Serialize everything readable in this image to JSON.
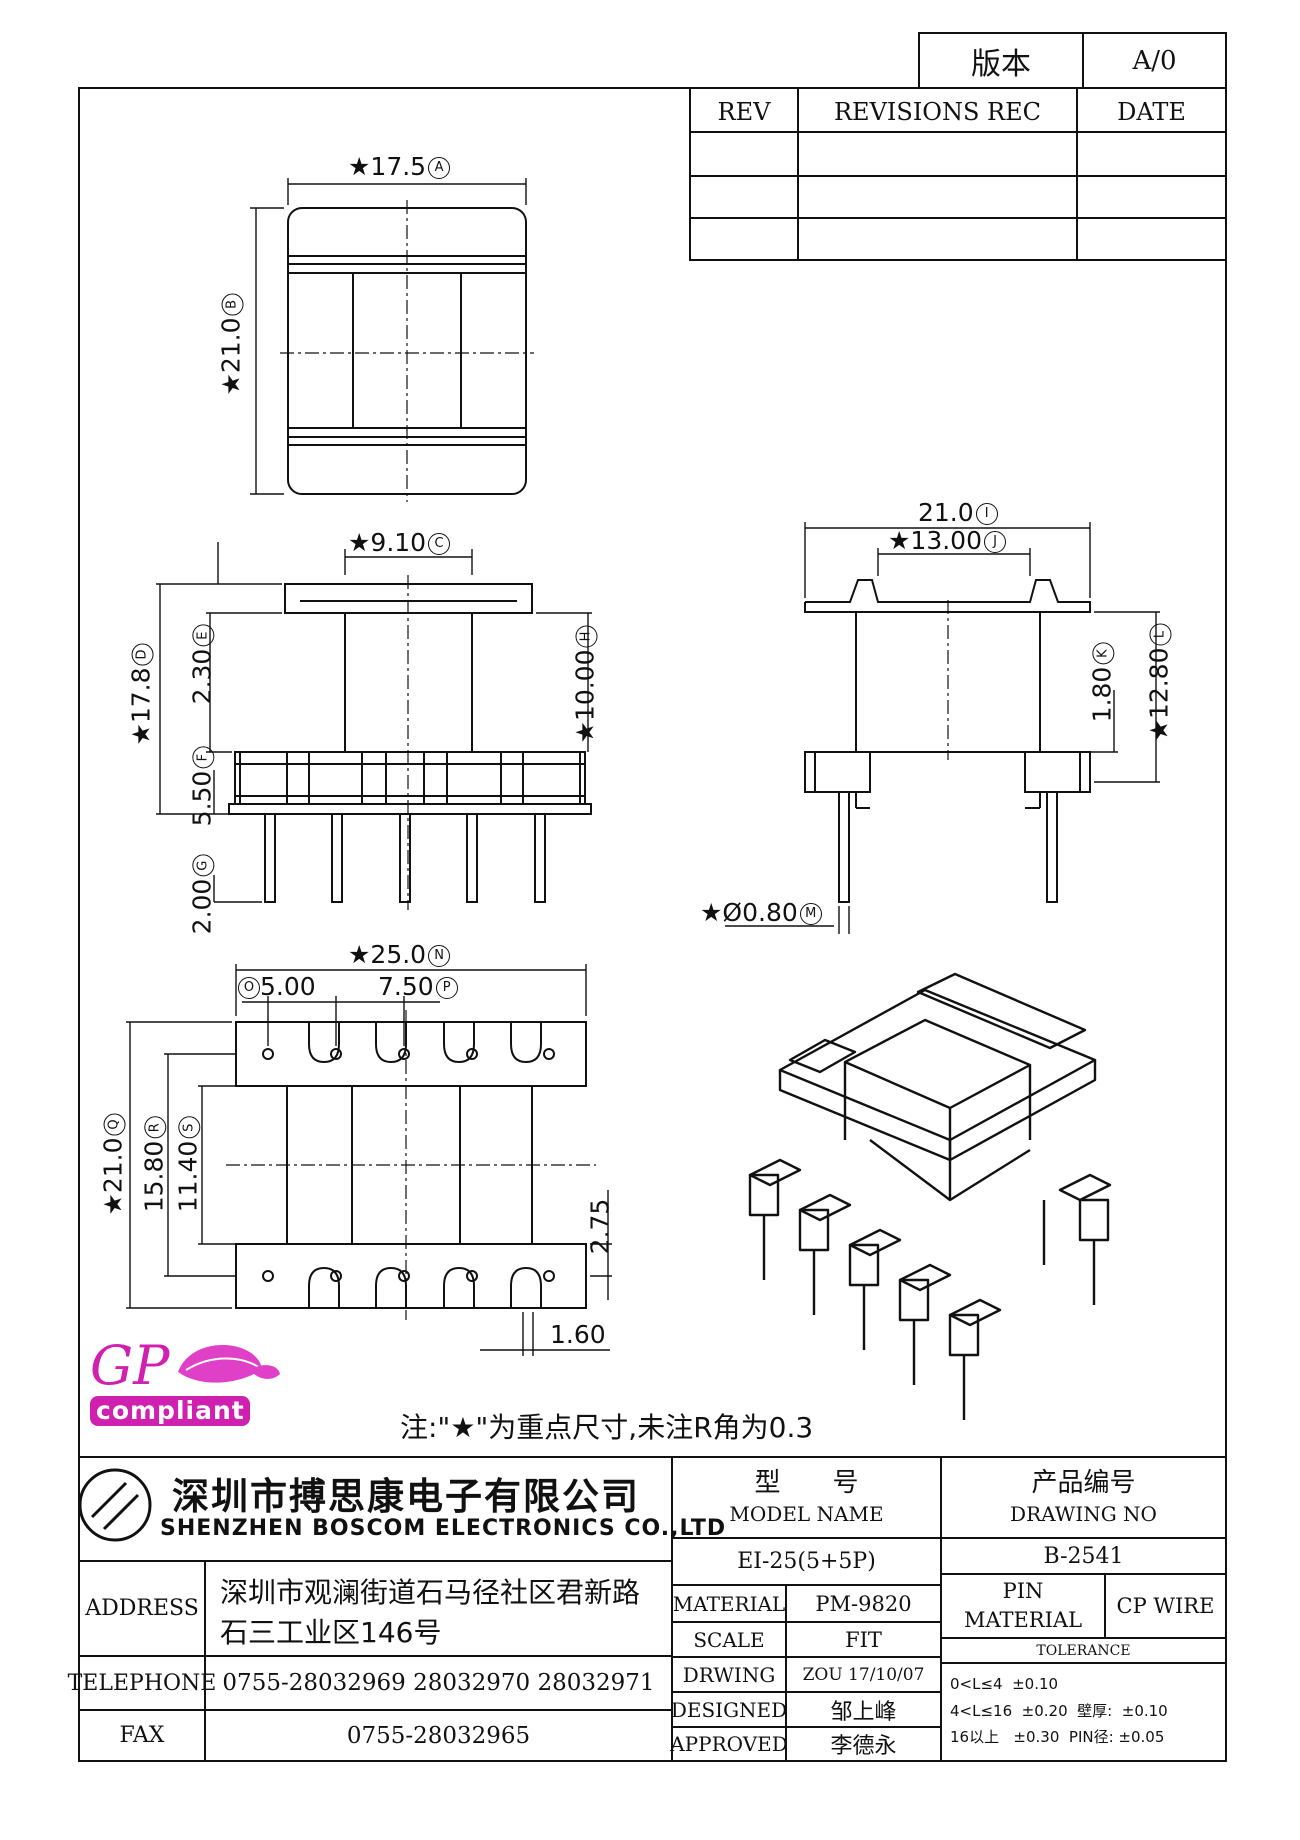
{
  "version_box": {
    "label": "版本",
    "value": "A/0"
  },
  "revision_table": {
    "headers": [
      "REV",
      "REVISIONS REC",
      "DATE"
    ],
    "rows": [
      [
        "",
        "",
        ""
      ],
      [
        "",
        "",
        ""
      ],
      [
        "",
        "",
        ""
      ]
    ]
  },
  "dimensions": {
    "A": {
      "value": "★17.5",
      "marker": "A"
    },
    "B": {
      "value": "★21.0",
      "marker": "B"
    },
    "C": {
      "value": "★9.10",
      "marker": "C"
    },
    "D": {
      "value": "★17.8",
      "marker": "D"
    },
    "E": {
      "value": "2.30",
      "marker": "E"
    },
    "F": {
      "value": "5.50",
      "marker": "F"
    },
    "G": {
      "value": "2.00",
      "marker": "G"
    },
    "H": {
      "value": "★10.00",
      "marker": "H"
    },
    "I": {
      "value": "21.0",
      "marker": "I"
    },
    "J": {
      "value": "★13.00",
      "marker": "J"
    },
    "K": {
      "value": "1.80",
      "marker": "K"
    },
    "L": {
      "value": "★12.80",
      "marker": "L"
    },
    "M": {
      "value": "★Ø0.80",
      "marker": "M"
    },
    "N": {
      "value": "★25.0",
      "marker": "N"
    },
    "O": {
      "value": "5.00",
      "marker": "O"
    },
    "P": {
      "value": "7.50",
      "marker": "P"
    },
    "Q": {
      "value": "★21.0",
      "marker": "Q"
    },
    "R": {
      "value": "15.80",
      "marker": "R"
    },
    "S": {
      "value": "11.40",
      "marker": "S"
    },
    "extra_1": "2.75",
    "extra_2": "1.60"
  },
  "logo": {
    "gp": "GP",
    "compliant": "compliant",
    "leaf_color": "#e040c8",
    "text_color": "#d020b0"
  },
  "note": "注:\"★\"为重点尺寸,未注R角为0.3",
  "company": {
    "name_cn": "深圳市搏思康电子有限公司",
    "name_en": "SHENZHEN BOSCOM ELECTRONICS CO.,LTD"
  },
  "address": {
    "label": "ADDRESS",
    "line1": "深圳市观澜街道石马径社区君新路",
    "line2": "石三工业区146号"
  },
  "telephone": {
    "label": "TELEPHONE",
    "value": "0755-28032969 28032970 28032971"
  },
  "fax": {
    "label": "FAX",
    "value": "0755-28032965"
  },
  "model": {
    "label_cn": "型　　号",
    "label_en": "MODEL NAME",
    "value": "EI-25(5+5P)"
  },
  "drawing_no": {
    "label_cn": "产品编号",
    "label_en": "DRAWING NO",
    "value": "B-2541"
  },
  "material": {
    "label": "MATERIAL",
    "value": "PM-9820"
  },
  "scale": {
    "label": "SCALE",
    "value": "FIT"
  },
  "drwing": {
    "label": "DRWING",
    "value": "ZOU 17/10/07"
  },
  "designed": {
    "label": "DESIGNED",
    "value": "邹上峰"
  },
  "approved": {
    "label": "APPROVED",
    "value": "李德永"
  },
  "pin_material": {
    "label_1": "PIN",
    "label_2": "MATERIAL",
    "value": "CP WIRE"
  },
  "tolerance": {
    "label": "TOLERANCE",
    "line1": "0<L≤4  ±0.10",
    "line2": "4<L≤16  ±0.20  壁厚:  ±0.10",
    "line3": "16以上   ±0.30  PIN径: ±0.05"
  }
}
